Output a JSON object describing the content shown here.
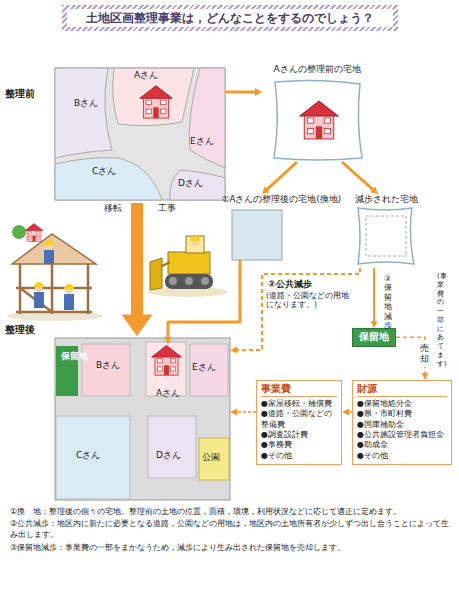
{
  "diagram": {
    "title": "土地区画整理事業は，どんなことをするのでしょう？",
    "nodes": [
      {
        "text": [
          "整理前"
        ]
      },
      {
        "text": [
          "Aさん"
        ],
        "in": 0
      },
      {
        "text": [
          "Bさん"
        ],
        "in": 0
      },
      {
        "text": [
          "Eさん"
        ],
        "in": 0
      },
      {
        "text": [
          "Cさん"
        ],
        "in": 0
      },
      {
        "text": [
          "Dさん"
        ],
        "in": 0
      },
      {
        "text": [
          "Aさんの整理前の宅地"
        ]
      },
      {
        "text": [
          "①Aさんの整理後の宅地(換地)"
        ]
      },
      {
        "text": [
          "減歩された宅地"
        ]
      },
      {
        "text": [
          "保留地"
        ]
      },
      {
        "text": [
          "事業費",
          "●家屋移転・補償費",
          "●道路・公園などの整備費",
          "●調査設計費",
          "●事務費",
          "●その他"
        ]
      },
      {
        "text": [
          "財源",
          "●保留地処分金",
          "●県・市町村費",
          "●国庫補助金",
          "●公共施設管理者負担金",
          "●助成金",
          "●その他"
        ]
      },
      {
        "text": [
          "整理後"
        ]
      },
      {
        "text": [
          "保留地"
        ],
        "in": 12
      },
      {
        "text": [
          "Bさん"
        ],
        "in": 12
      },
      {
        "text": [
          "Aさん"
        ],
        "in": 12
      },
      {
        "text": [
          "Eさん"
        ],
        "in": 12
      },
      {
        "text": [
          "Cさん"
        ],
        "in": 12
      },
      {
        "text": [
          "Dさん"
        ],
        "in": 12
      },
      {
        "text": [
          "公園"
        ],
        "in": 12
      }
    ],
    "edges": [
      {
        "from": 0,
        "to": 12,
        "arrow": "to"
      },
      {
        "from": 0,
        "to": 6,
        "arrow": "to"
      },
      {
        "from": 6,
        "to": 7,
        "arrow": "to"
      },
      {
        "from": 6,
        "to": 8,
        "arrow": "to"
      },
      {
        "from": 7,
        "to": 15,
        "arrow": "to"
      },
      {
        "from": 8,
        "to": 9,
        "label": "③保留地減歩",
        "arrow": "to"
      },
      {
        "from": 8,
        "to": 12,
        "label": "②公共減歩",
        "arrow": "to"
      },
      {
        "from": 9,
        "to": 11,
        "label": "売却",
        "arrow": "to"
      },
      {
        "from": 11,
        "to": 10,
        "arrow": "to"
      },
      {
        "from": 10,
        "to": 12,
        "arrow": "to"
      }
    ],
    "labels": [
      "移転",
      "工事",
      "(道路・公園などの用地になります。)",
      "(事業費の一部にあてます)",
      "①換　地：整理後の個々の宅地。整理前の土地の位置，面積，環境，利用状況などに応じて適正に定めます。",
      "②公共減歩：地区内に新たに必要となる道路，公園などの用地は，地区内の土地所有者が少しずつ出し合うことによって生み出します。",
      "③保留地減歩：事業費の一部をまかなうため，減歩により生み出された保留地を売却します。"
    ]
  }
}
